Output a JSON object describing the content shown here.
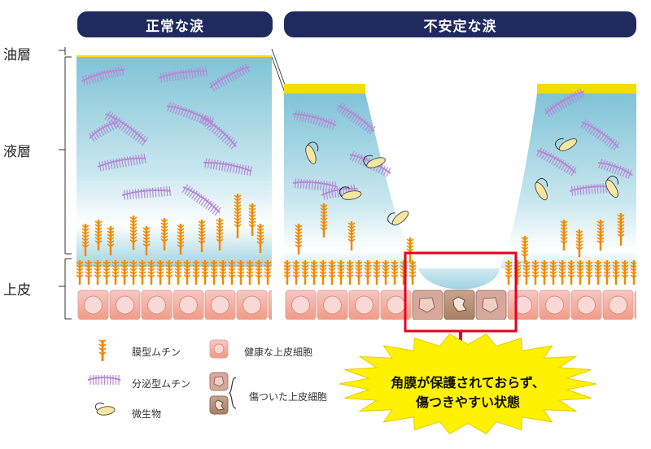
{
  "headers": {
    "normal": "正常な涙",
    "unstable": "不安定な涙"
  },
  "layers": {
    "oil": "油層",
    "liquid": "液層",
    "epithelium": "上皮"
  },
  "legend": {
    "membrane_mucin": "膜型ムチン",
    "secretory_mucin": "分泌型ムチン",
    "microbe": "微生物",
    "healthy_cell": "健康な上皮細胞",
    "damaged_cell": "傷ついた上皮細胞"
  },
  "warning": {
    "line1": "角膜が保護されておらず、",
    "line2": "傷つきやすい状態"
  },
  "colors": {
    "header_bg": "#1f2b5e",
    "oil": "#f5dc00",
    "tear_top": "#7fc3d6",
    "membrane_mucin": "#f08a00",
    "secretory_mucin": "#b48ad6",
    "microbe": "#f5e6a0",
    "cell": "#f4b3ad",
    "damaged_cell": "#b8917a",
    "highlight_box": "#e5001c",
    "warning_burst": "#fff200"
  }
}
